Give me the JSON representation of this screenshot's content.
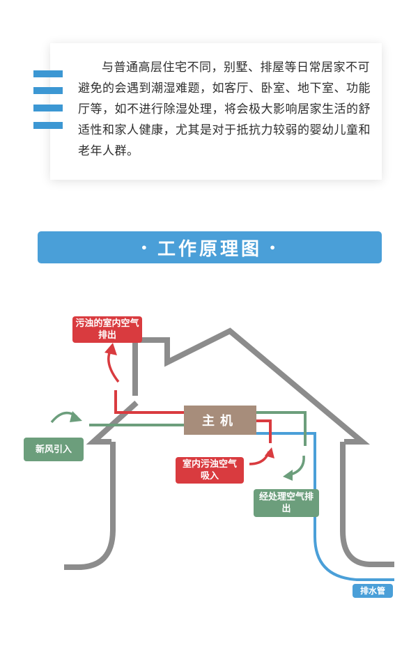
{
  "intro": {
    "text": "与普通高层住宅不同，别墅、排屋等日常居家不可避免的会遇到潮湿难题，如客厅、卧室、地下室、功能厅等，如不进行除湿处理，将会极大影响居家生活的舒适性和家人健康，尤其是对于抵抗力较弱的婴幼儿童和老年人群。"
  },
  "banner": {
    "dot_left": "•",
    "title": "工作原理图",
    "dot_right": "•"
  },
  "diagram": {
    "main_unit": "主机",
    "labels": {
      "dirty_exhaust": "污浊的室内空气排出",
      "fresh_intake": "新风引入",
      "indoor_intake": "室内污浊空气吸入",
      "treated_exhaust": "经处理空气排出",
      "drain_pipe": "排水管"
    },
    "colors": {
      "house": "#8c8c8c",
      "red_duct": "#d93b3f",
      "green_duct": "#6c9e7c",
      "blue_pipe": "#4a9fd8"
    }
  }
}
